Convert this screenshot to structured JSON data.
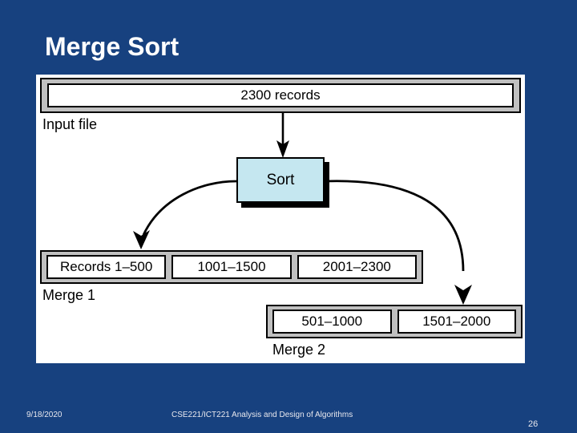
{
  "slide": {
    "title": "Merge Sort",
    "background_color": "#17417f",
    "title_color": "#ffffff"
  },
  "diagram": {
    "panel_color": "#ffffff",
    "frame_color": "#c0c0c0",
    "sort_box_color": "#c5e7f0",
    "input_bar": {
      "label": "2300 records"
    },
    "input_file_label": "Input file",
    "process": {
      "label": "Sort"
    },
    "merge1": {
      "label": "Merge 1",
      "cells": [
        "Records 1–500",
        "1001–1500",
        "2001–2300"
      ]
    },
    "merge2": {
      "label": "Merge 2",
      "cells": [
        "501–1000",
        "1501–2000"
      ]
    }
  },
  "footer": {
    "date": "9/18/2020",
    "course": "CSE221/ICT221 Analysis and Design of Algorithms",
    "slide_number": "26"
  }
}
